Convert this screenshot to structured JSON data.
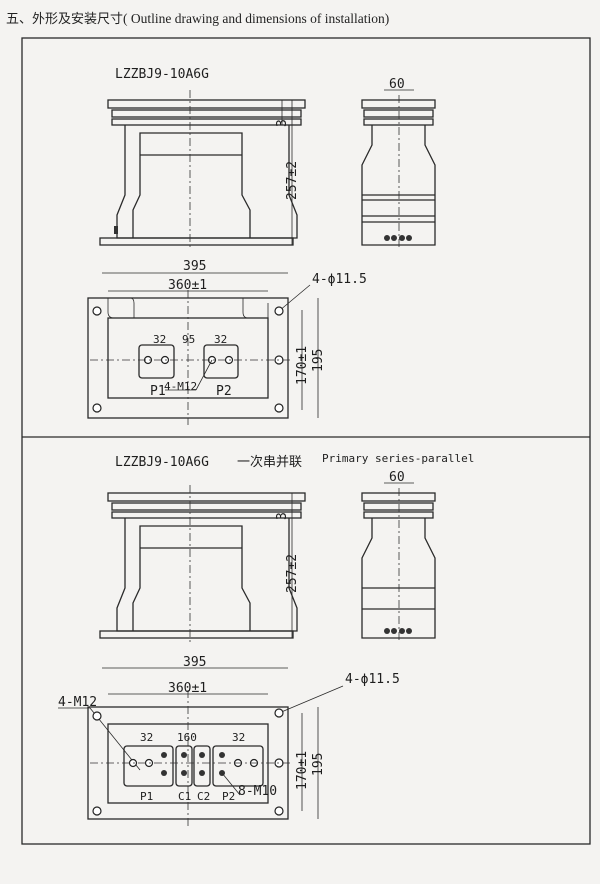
{
  "heading": {
    "cn": "五、外形及安装尺寸",
    "en": "( Outline drawing and dimensions of installation)"
  },
  "panel1": {
    "model": "LZZBJ9-10A6G",
    "dims": {
      "width_top": "60",
      "gap": "3",
      "height": "257±2",
      "overall": "395",
      "mount": "360±1",
      "holes": "4-ϕ11.5",
      "spacing1": "32",
      "center": "95",
      "spacing2": "32",
      "depth_mount": "170±1",
      "depth": "195",
      "bolts": "4-M12"
    },
    "terminals": {
      "p1": "P1",
      "p2": "P2"
    }
  },
  "panel2": {
    "model": "LZZBJ9-10A6G",
    "cn": "一次串并联",
    "en": "Primary series-parallel",
    "dims": {
      "width_top": "60",
      "gap": "3",
      "height": "257±2",
      "overall": "395",
      "mount": "360±1",
      "holes": "4-ϕ11.5",
      "spacing1": "32",
      "center": "160",
      "spacing2": "32",
      "depth_mount": "170±1",
      "depth": "195",
      "bolts": "4-M12",
      "bolts2": "8-M10"
    },
    "terminals": {
      "p1": "P1",
      "c1": "C1",
      "c2": "C2",
      "p2": "P2"
    }
  }
}
